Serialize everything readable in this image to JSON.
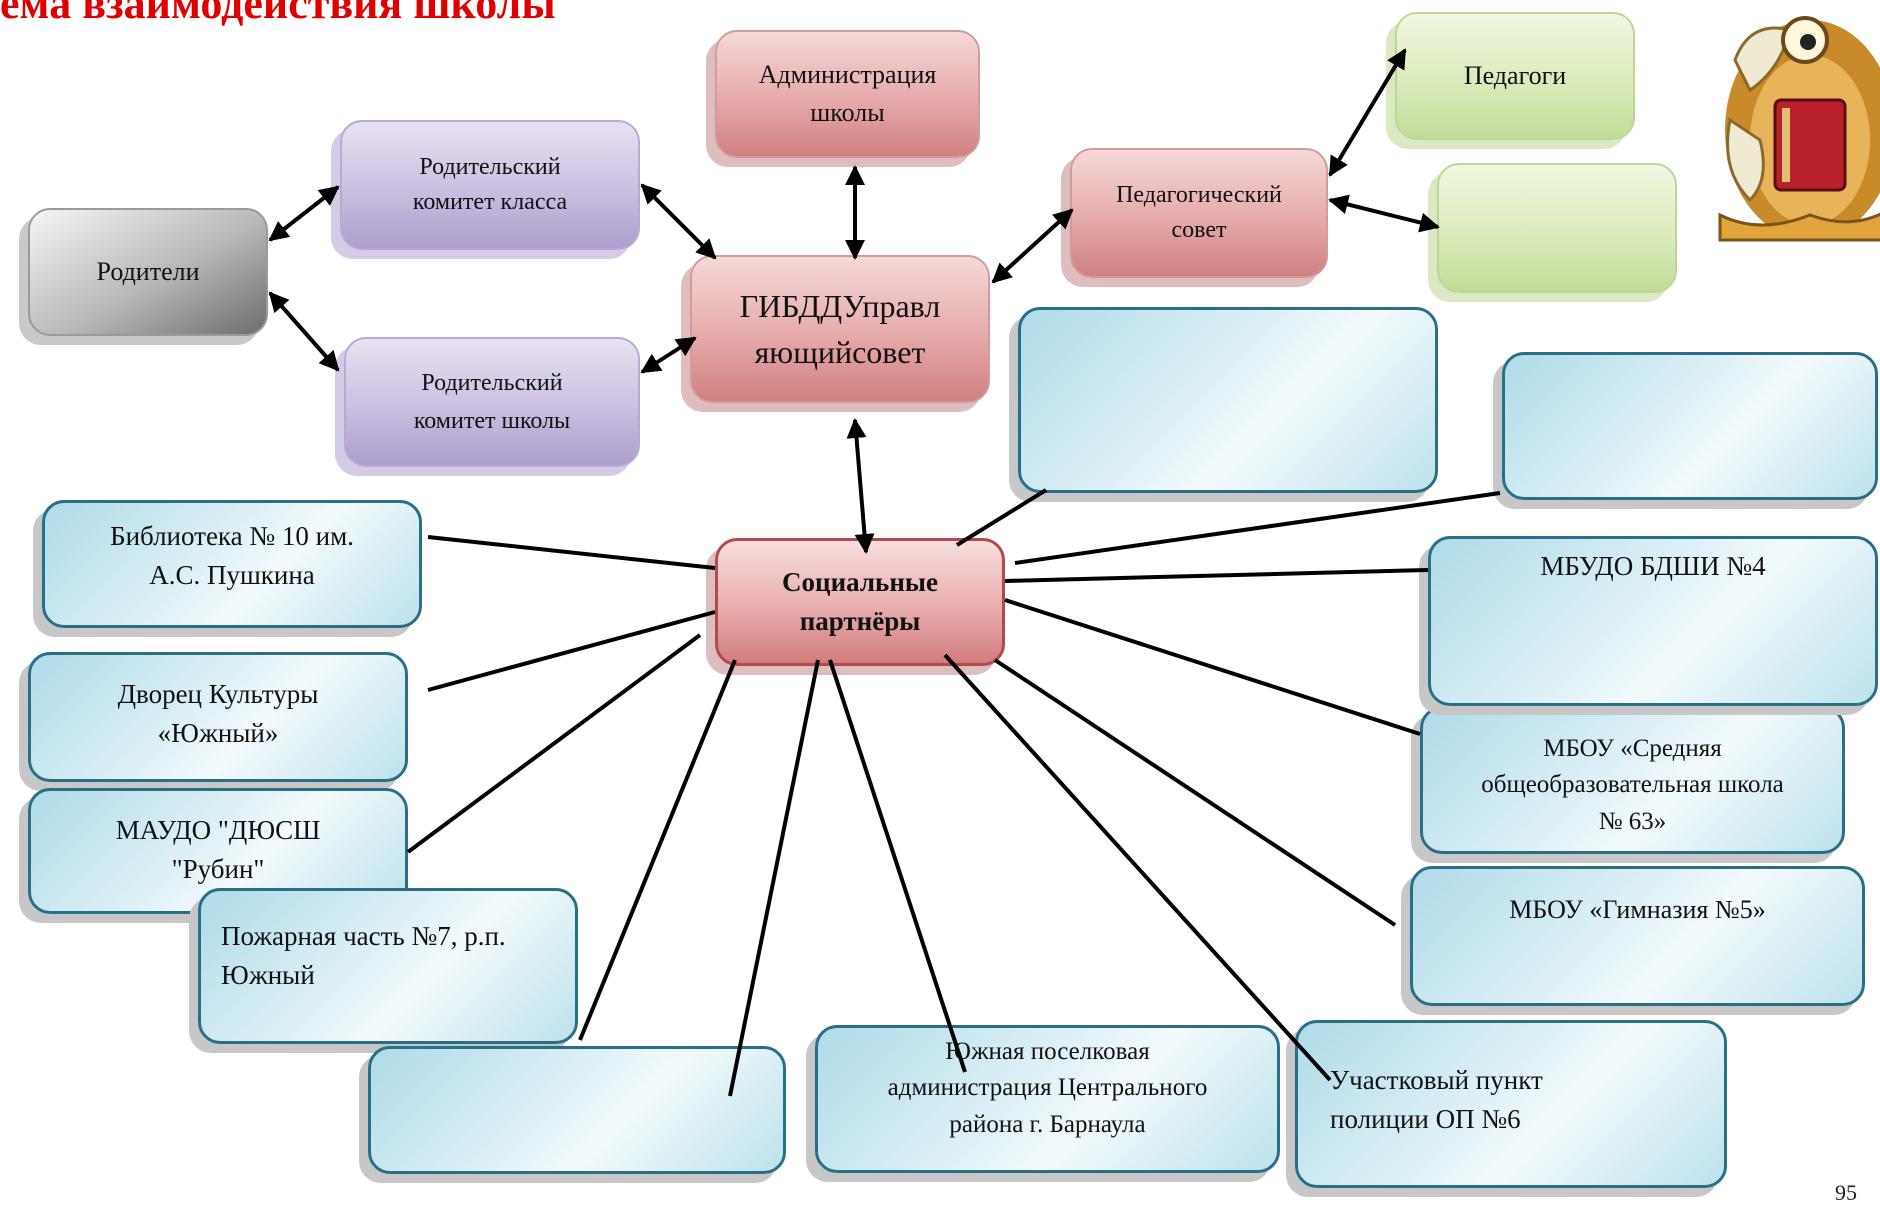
{
  "title": "ема взаимодействия школы",
  "page_number": "95",
  "nodes": {
    "parents": "Родители",
    "parent_committee_class": "Родительский\nкомитет класса",
    "parent_committee_school": "Родительский\nкомитет школы",
    "administration": "Администрация\nшколы",
    "governing_council": "ГИБДДУправл\nяющийсовет",
    "pedagogical_council": "Педагогический\nсовет",
    "teachers": "Педагоги",
    "green_blank": "",
    "social_partners": "Социальные\nпартнёры",
    "library": "Библиотека № 10 им.\nА.С. Пушкина",
    "culture_palace": "Дворец Культуры\n«Южный»",
    "sports_school": "МАУДО \"ДЮСШ\n\"Рубин\"",
    "fire_station": "Пожарная часть №7, р.п.\n   Южный",
    "blank_bottom": "",
    "village_admin": "Южная поселковая\nадминистрация Центрального\nрайона г. Барнаула",
    "police_point": "Участковый пункт\n          полиции ОП №6",
    "gymnasium": "МБОУ «Гимназия №5»",
    "school63": "МБОУ «Средняя\nобщеобразовательная школа\n№ 63»",
    "art_school": "МБУДО БДШИ №4",
    "blank_upper": "",
    "blank_right": ""
  },
  "colors": {
    "title": "#e00000",
    "partner_border": "#2b6f86",
    "social_border": "#b24b4b",
    "connector": "#000000"
  }
}
